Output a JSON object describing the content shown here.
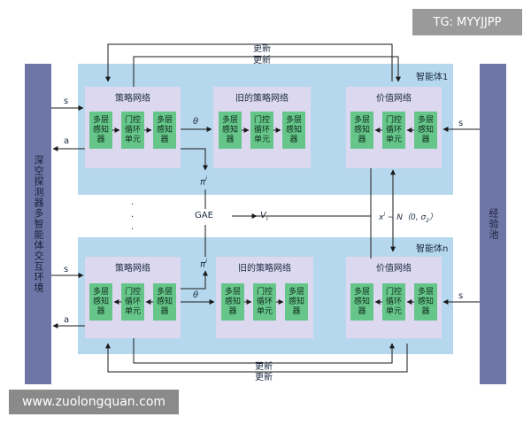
{
  "watermark_top": "TG: MYYJJPP",
  "watermark_bottom": "www.zuolongquan.com",
  "left_bar": "深空探测器多智能体交互环境",
  "right_bar": "经验池",
  "agent1": {
    "label": "智能体1",
    "policy_title": "策略网络",
    "old_policy_title": "旧的策略网络",
    "value_title": "价值网络"
  },
  "agentn": {
    "label": "智能体n",
    "policy_title": "策略网络",
    "old_policy_title": "旧的策略网络",
    "value_title": "价值网络"
  },
  "units": {
    "mlp": "多层\n感知\n器",
    "gru": "门控\n循环\n单元"
  },
  "labels": {
    "update": "更新",
    "s": "s",
    "a": "a",
    "theta": "θ",
    "pi": "π",
    "pi_sup": "i",
    "gae": "GAE",
    "v": "V",
    "v_sub": "i",
    "noise": "x",
    "noise_sup": "i",
    "noise_rest": " ~ N（0, σ",
    "noise_sub": "2",
    "noise_end": "）",
    "dots": "·"
  },
  "colors": {
    "sidebar": "#6d76a6",
    "agent_bg": "#b6d8ee",
    "network_bg": "#dcd8f0",
    "unit": "#66c68a",
    "arrow": "#1a1a1a"
  }
}
